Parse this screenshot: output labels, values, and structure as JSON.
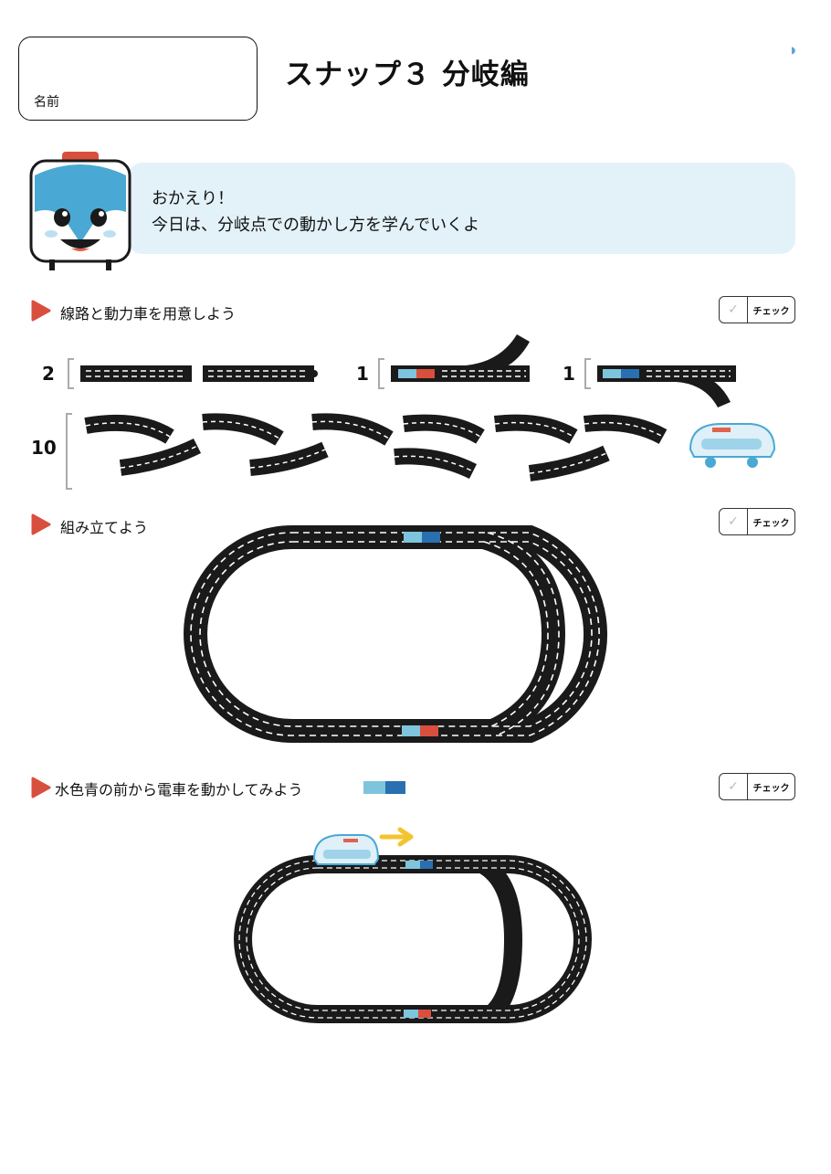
{
  "header": {
    "name_label": "名前",
    "title": "スナップ３ 分岐編"
  },
  "intro": {
    "line1": "おかえり！",
    "line2": "今日は、分岐点での動かし方を学んでいくよ"
  },
  "sections": [
    {
      "label": "線路と動力車を用意しよう",
      "check_label": "チェック"
    },
    {
      "label": "組み立てよう",
      "check_label": "チェック"
    },
    {
      "label": "水色青の前から電車を動かしてみよう",
      "check_label": "チェック"
    }
  ],
  "parts": {
    "straight_count": "2",
    "branch_left_count": "1",
    "branch_right_count": "1",
    "curve_count": "10"
  },
  "colors": {
    "track": "#1a1a1a",
    "accent_red": "#d94f3d",
    "light_blue": "#7ec4dc",
    "dark_blue": "#2a6fb0",
    "bubble": "#e3f2f9",
    "arrow_yellow": "#f4c430"
  }
}
